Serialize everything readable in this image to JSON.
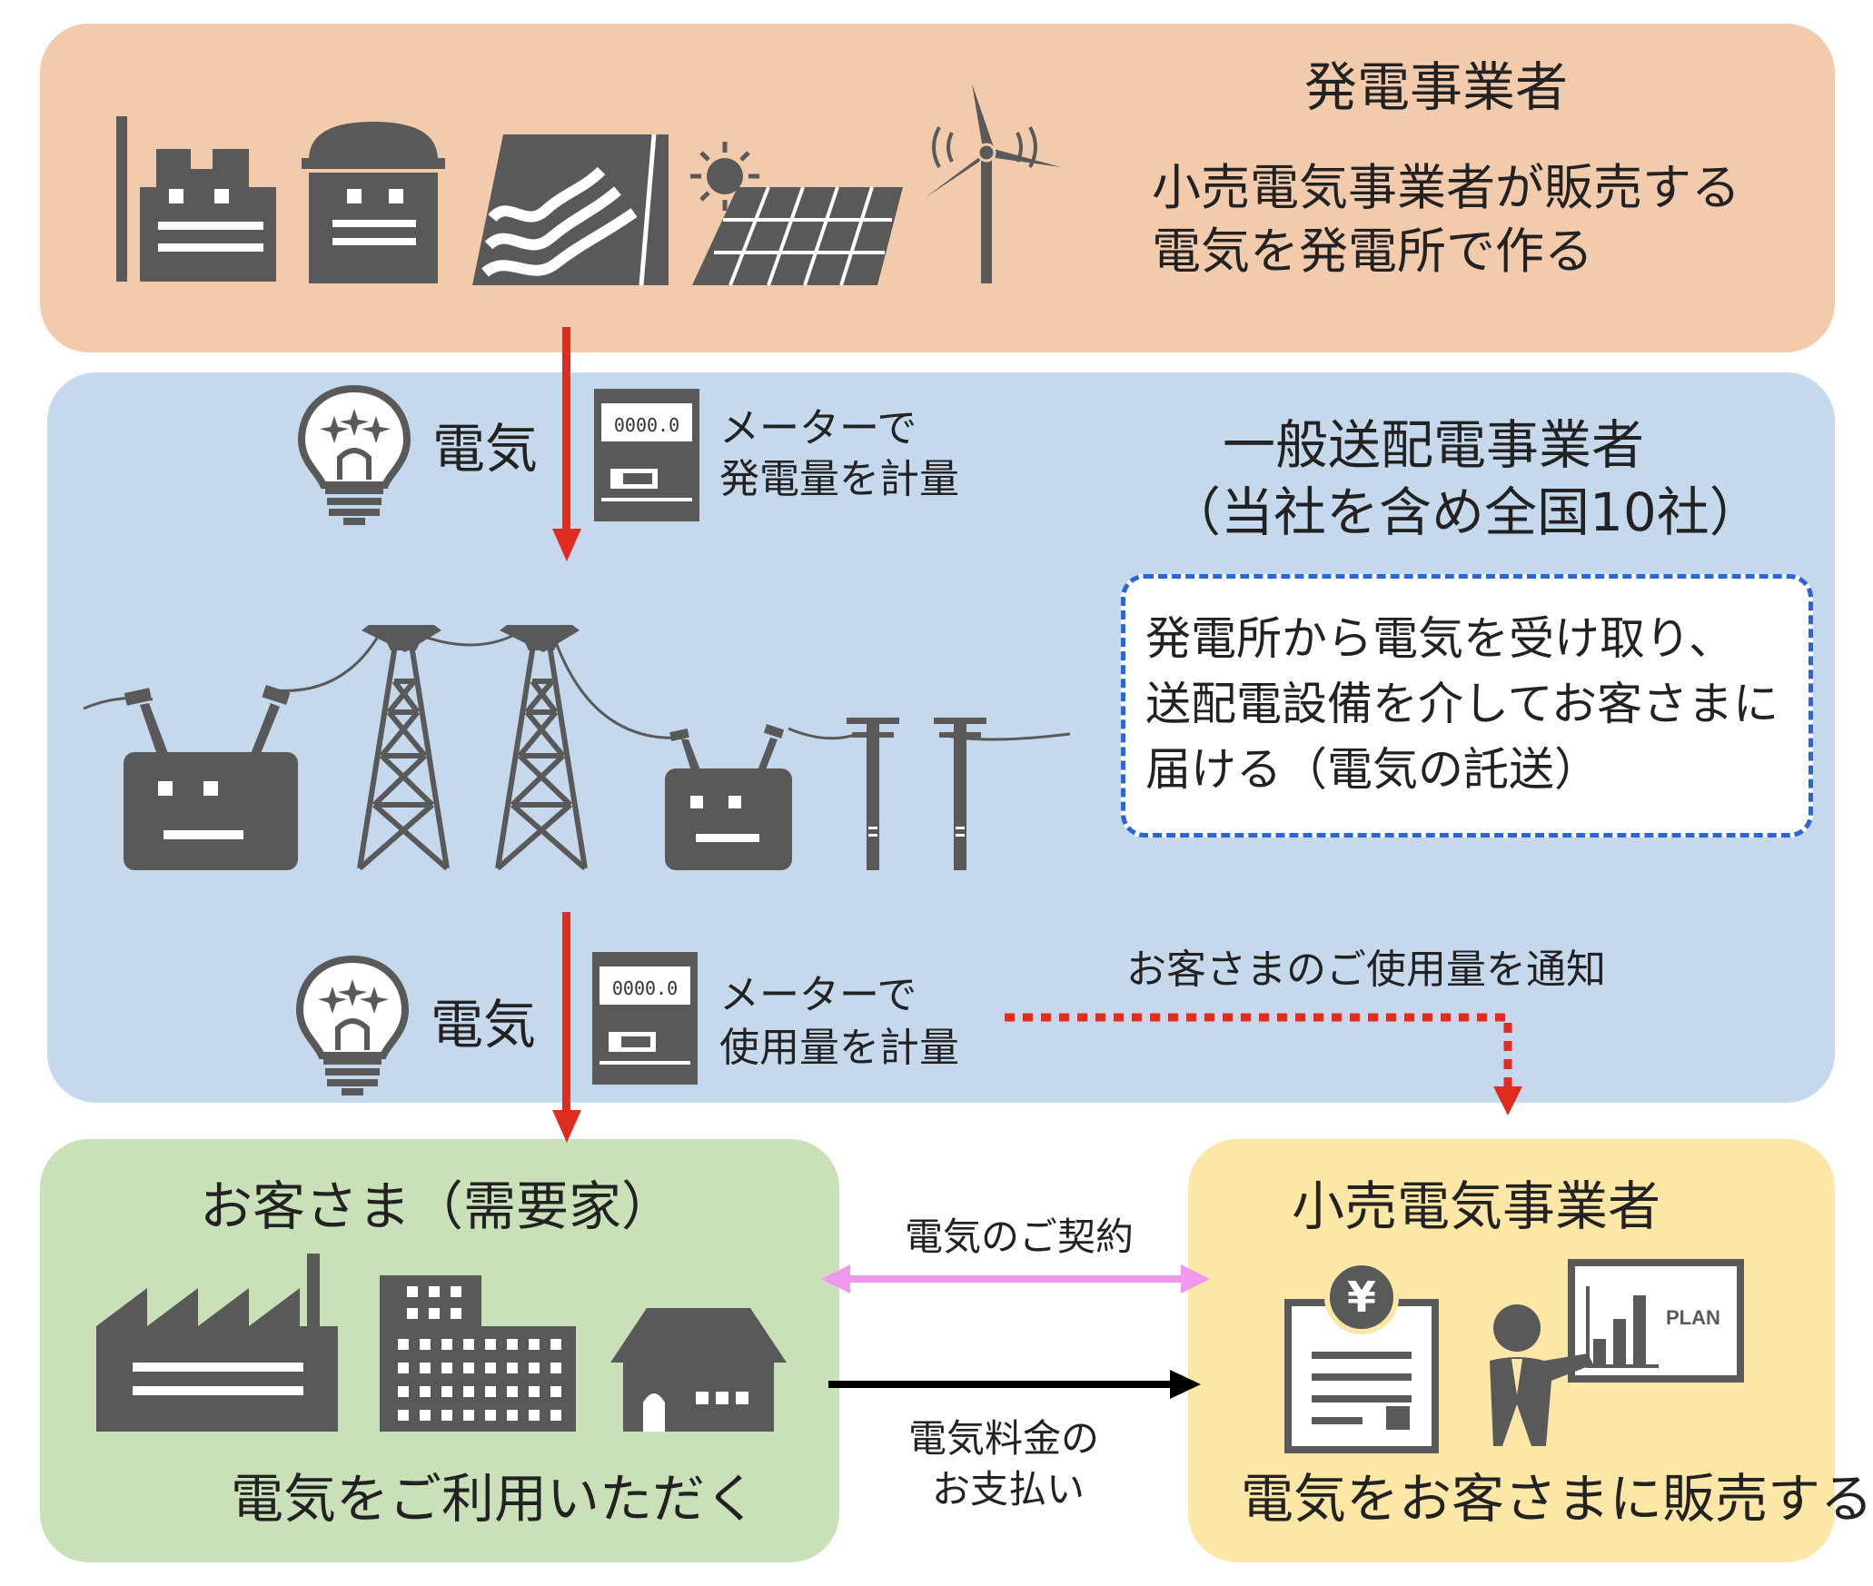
{
  "generator": {
    "title": "発電事業者",
    "description": "小売電気事業者が販売する\n電気を発電所で作る"
  },
  "transmission": {
    "title": "一般送配電事業者",
    "subtitle": "（当社を含め全国10社）",
    "note": "発電所から電気を受け取り、\n送配電設備を介してお客さまに\n届ける（電気の託送）",
    "flow_top": {
      "electricity_label": "電気",
      "meter_display": "0000.0",
      "meter_caption_1": "メーターで",
      "meter_caption_2": "発電量を計量"
    },
    "flow_bottom": {
      "electricity_label": "電気",
      "meter_display": "0000.0",
      "meter_caption_1": "メーターで",
      "meter_caption_2": "使用量を計量"
    },
    "notify_label": "お客さまのご使用量を通知"
  },
  "customer": {
    "title": "お客さま（需要家）",
    "caption": "電気をご利用いただく"
  },
  "retailer": {
    "title": "小売電気事業者",
    "caption": "電気をお客さまに販売する",
    "currency_symbol": "¥",
    "board_label": "PLAN"
  },
  "relations": {
    "contract_label": "電気のご契約",
    "payment_label_1": "電気料金の",
    "payment_label_2": "お支払い"
  },
  "colors": {
    "generator_bg": "#f2cbad",
    "transmission_bg": "#c5d8ec",
    "customer_bg": "#c9e0b9",
    "retailer_bg": "#fde7a6",
    "icon_gray": "#595959",
    "flow_arrow_red": "#e02b20",
    "contract_arrow_pink": "#ee99ee",
    "note_border_blue": "#2b66d9"
  }
}
